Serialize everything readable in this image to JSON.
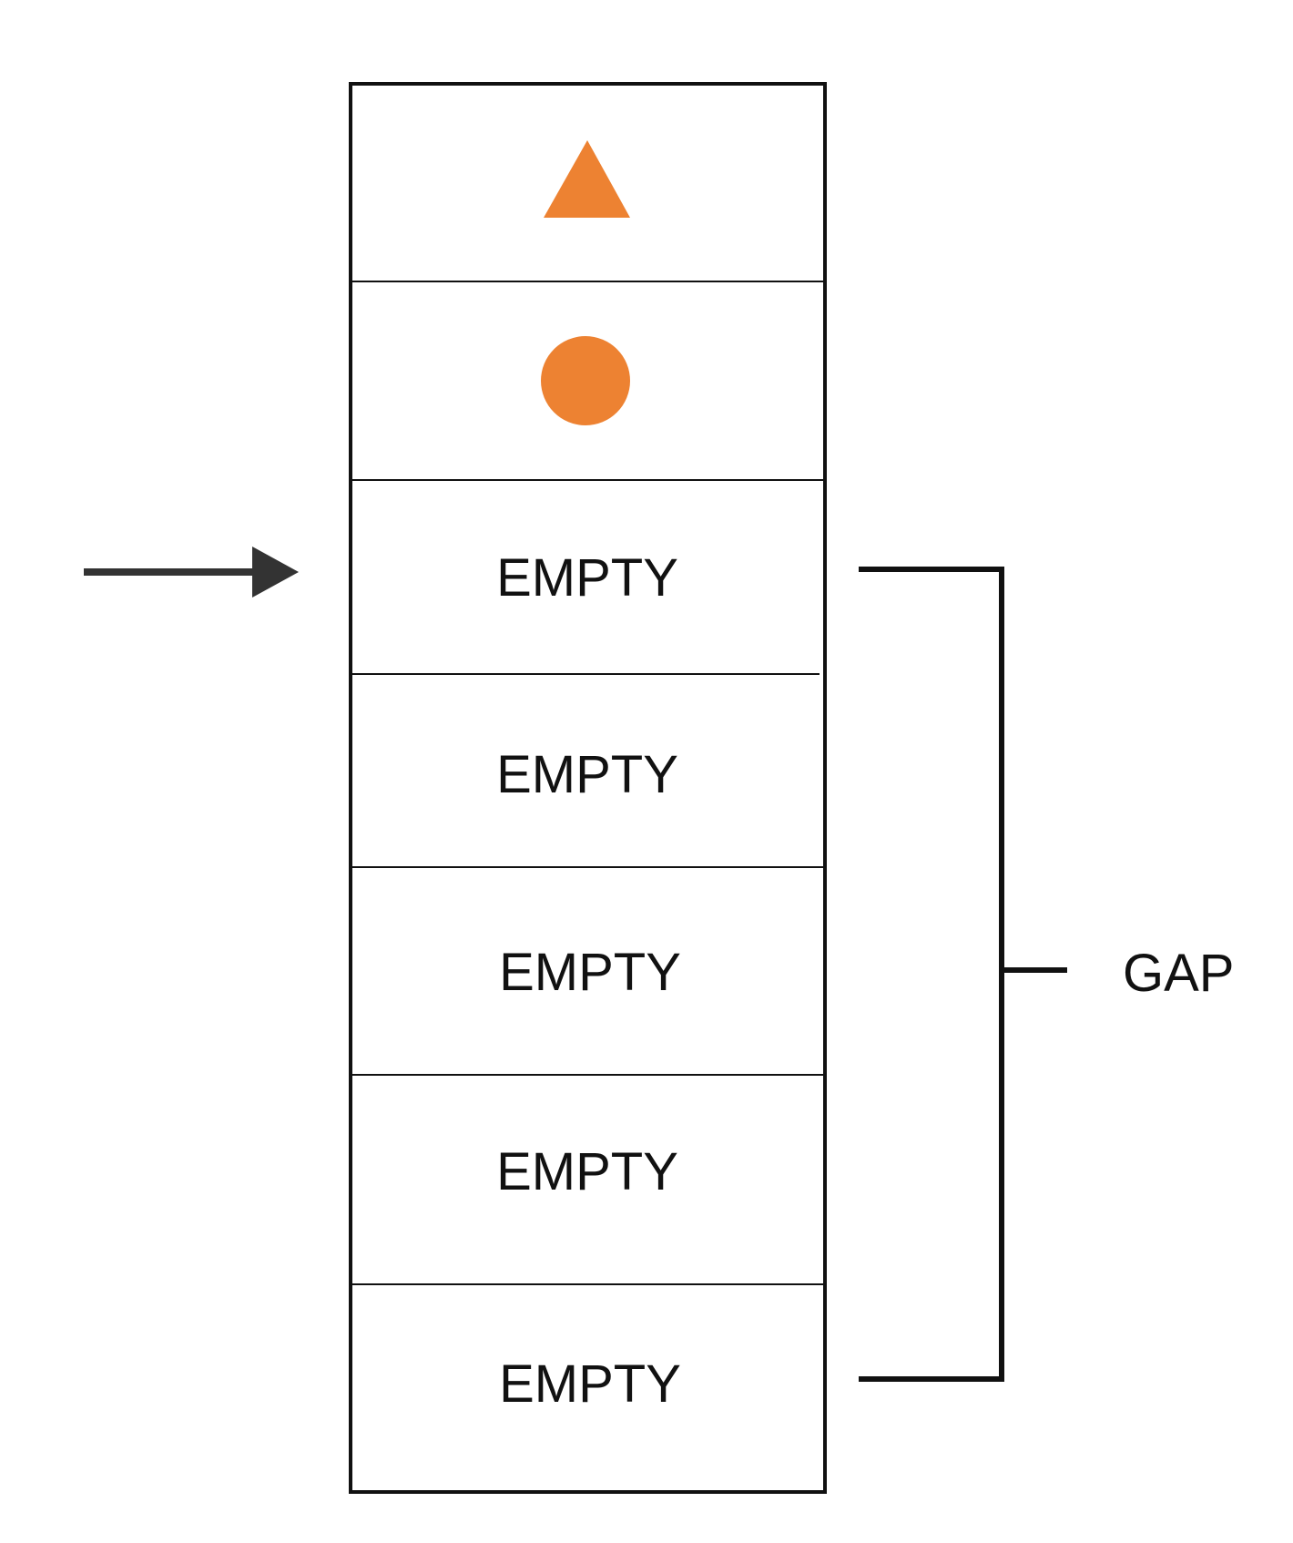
{
  "diagram": {
    "cells": [
      {
        "kind": "triangle",
        "label": ""
      },
      {
        "kind": "circle",
        "label": ""
      },
      {
        "kind": "text",
        "label": "EMPTY"
      },
      {
        "kind": "text",
        "label": "EMPTY"
      },
      {
        "kind": "text",
        "label": "EMPTY"
      },
      {
        "kind": "text",
        "label": "EMPTY"
      },
      {
        "kind": "text",
        "label": "EMPTY"
      }
    ],
    "pointer_cell_index": 2,
    "bracket_label": "GAP",
    "colors": {
      "shape_fill": "#ED8232",
      "stroke": "#111111",
      "arrow": "#333333",
      "text": "#111111"
    },
    "icons": {
      "triangle": "triangle-icon",
      "circle": "circle-icon",
      "pointer": "arrow-right-icon"
    }
  }
}
